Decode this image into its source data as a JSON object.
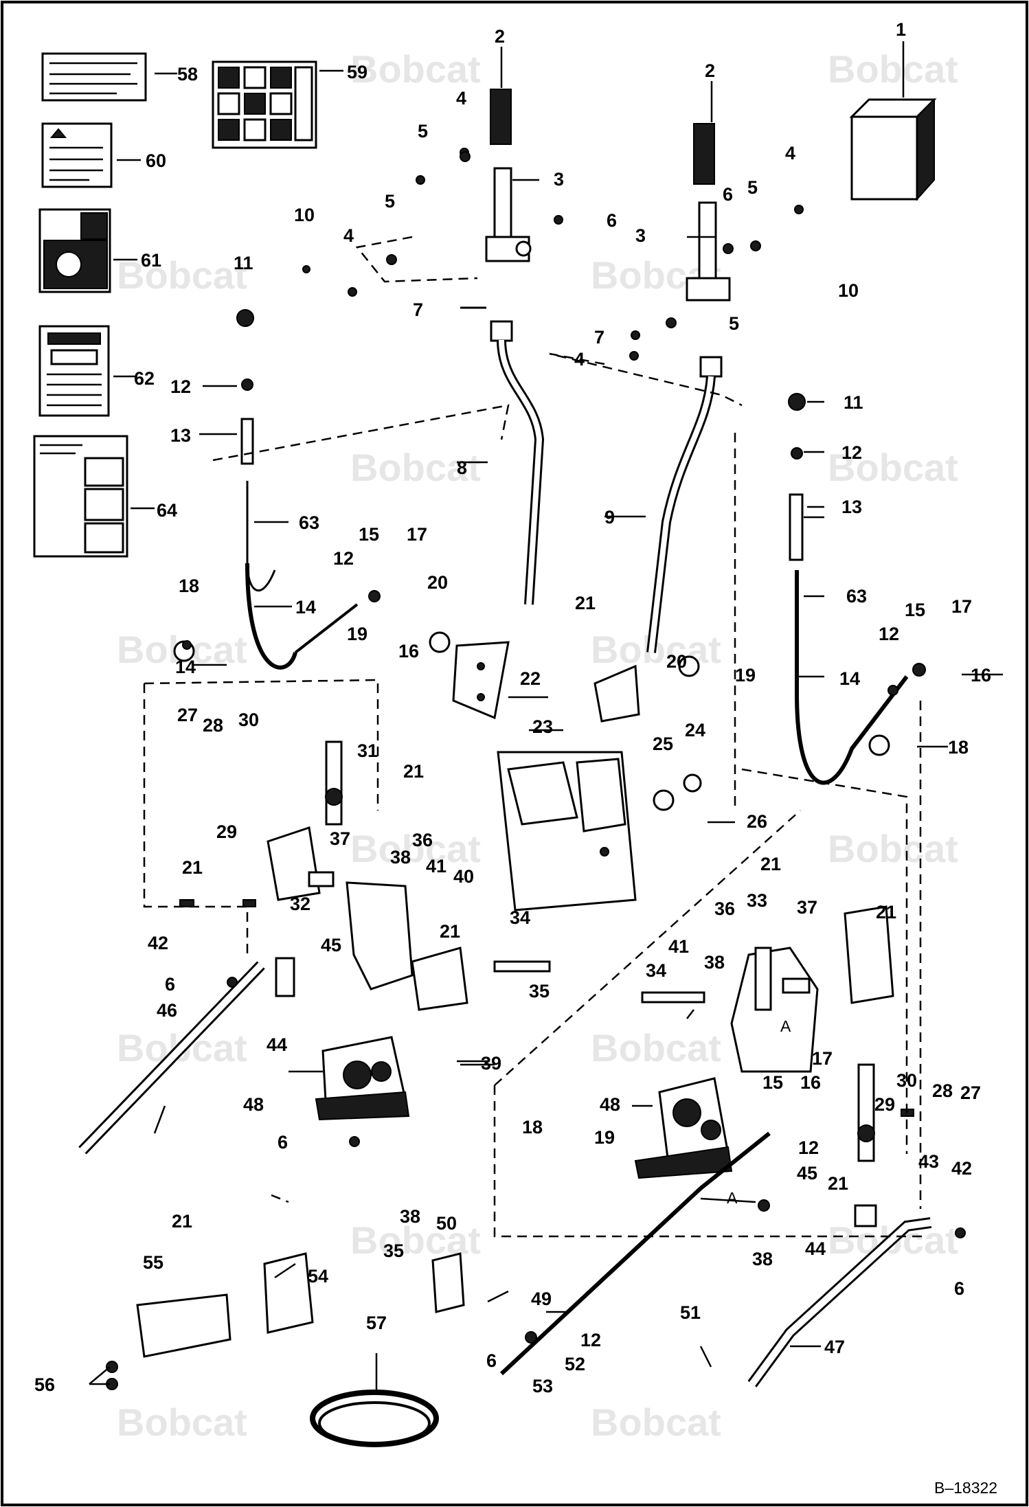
{
  "watermark": "Bobcat",
  "drawing_number": "B–18322",
  "callouts": {
    "c1": "1",
    "c2a": "2",
    "c2b": "2",
    "c3a": "3",
    "c3b": "3",
    "c4a": "4",
    "c4b": "4",
    "c4c": "4",
    "c4d": "4",
    "c5a": "5",
    "c5b": "5",
    "c5c": "5",
    "c5d": "5",
    "c6a": "6",
    "c6b": "6",
    "c6c": "6",
    "c6d": "6",
    "c6e": "6",
    "c6f": "6",
    "c7a": "7",
    "c7b": "7",
    "c8": "8",
    "c9": "9",
    "c10a": "10",
    "c10b": "10",
    "c11a": "11",
    "c11b": "11",
    "c12a": "12",
    "c12b": "12",
    "c12c": "12",
    "c12d": "12",
    "c12e": "12",
    "c12f": "12",
    "c13a": "13",
    "c13b": "13",
    "c14a": "14",
    "c14b": "14",
    "c14c": "14",
    "c15a": "15",
    "c15b": "15",
    "c15c": "15",
    "c16a": "16",
    "c16b": "16",
    "c16c": "16",
    "c17a": "17",
    "c17b": "17",
    "c17c": "17",
    "c18a": "18",
    "c18b": "18",
    "c18c": "18",
    "c19a": "19",
    "c19b": "19",
    "c19c": "19",
    "c20a": "20",
    "c20b": "20",
    "c21a": "21",
    "c21b": "21",
    "c21c": "21",
    "c21d": "21",
    "c21e": "21",
    "c21f": "21",
    "c21g": "21",
    "c21h": "21",
    "c22": "22",
    "c23": "23",
    "c24": "24",
    "c25": "25",
    "c26": "26",
    "c27a": "27",
    "c27b": "27",
    "c28a": "28",
    "c28b": "28",
    "c29a": "29",
    "c29b": "29",
    "c30a": "30",
    "c30b": "30",
    "c31": "31",
    "c32": "32",
    "c33": "33",
    "c34a": "34",
    "c34b": "34",
    "c35a": "35",
    "c35b": "35",
    "c36a": "36",
    "c36b": "36",
    "c37a": "37",
    "c37b": "37",
    "c38a": "38",
    "c38b": "38",
    "c38c": "38",
    "c38d": "38",
    "c39": "39",
    "c40": "40",
    "c41a": "41",
    "c41b": "41",
    "c42a": "42",
    "c42b": "42",
    "c43": "43",
    "c44a": "44",
    "c44b": "44",
    "c45a": "45",
    "c45b": "45",
    "c46": "46",
    "c47": "47",
    "c48a": "48",
    "c48b": "48",
    "c49": "49",
    "c50": "50",
    "c51": "51",
    "c52": "52",
    "c53": "53",
    "c54": "54",
    "c55": "55",
    "c56": "56",
    "c57": "57",
    "c58": "58",
    "c59": "59",
    "c60": "60",
    "c61": "61",
    "c62": "62",
    "c63a": "63",
    "c63b": "63",
    "c64": "64",
    "ref_a1": "A",
    "ref_a2": "A"
  }
}
